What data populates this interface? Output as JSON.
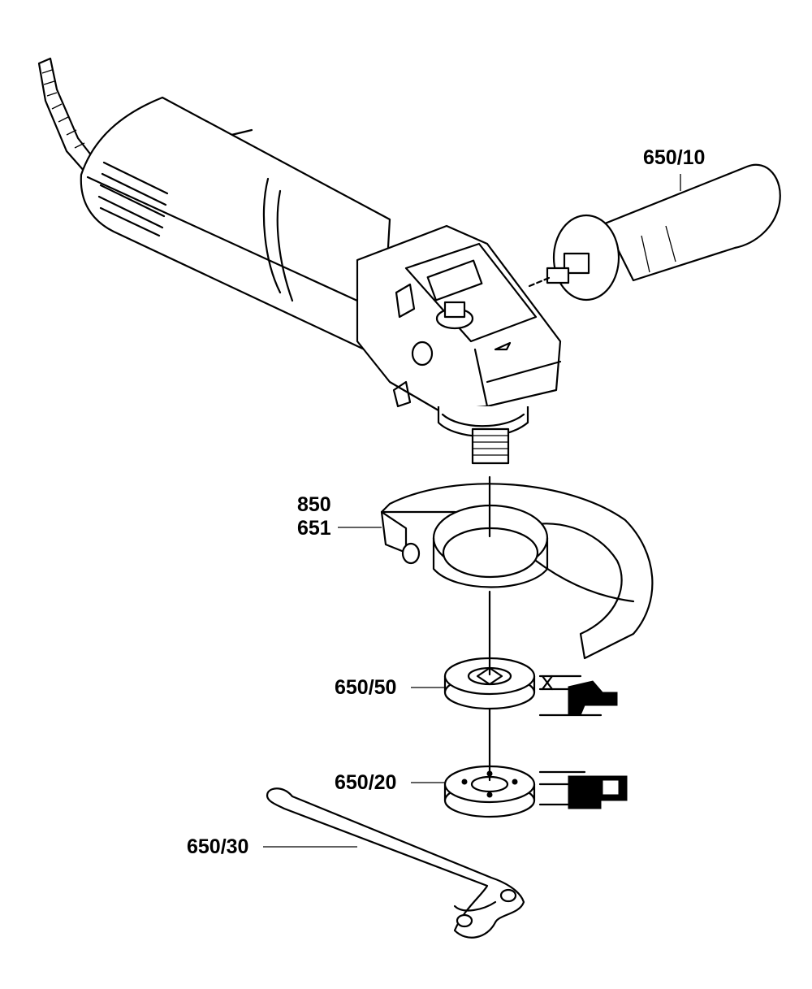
{
  "diagram": {
    "labels": {
      "handle": "650/10",
      "guard_a": "850",
      "guard_b": "651",
      "flange": "650/50",
      "nut": "650/20",
      "wrench": "650/30"
    }
  }
}
